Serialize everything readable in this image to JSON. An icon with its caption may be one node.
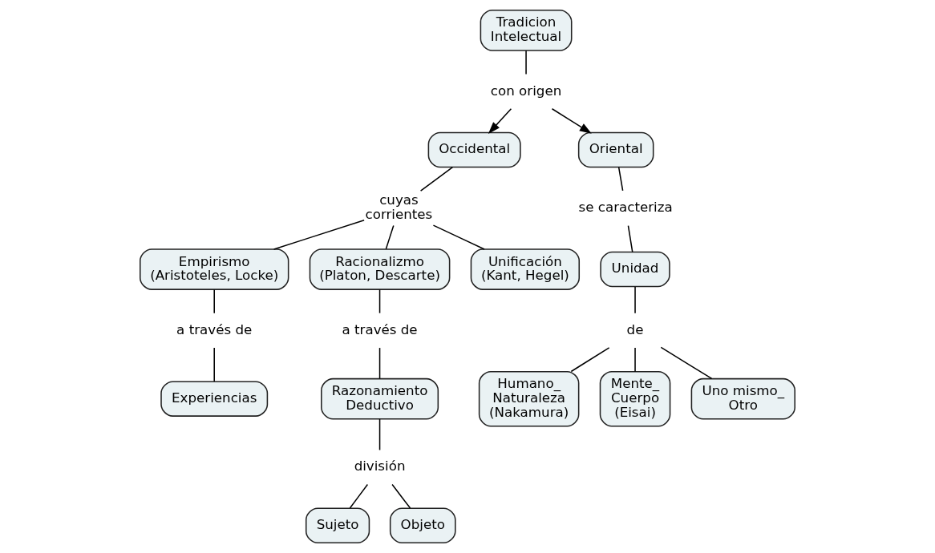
{
  "diagram": {
    "nodes": [
      {
        "text": [
          "Tradicion Intelectual"
        ]
      },
      {
        "text": [
          "con origen"
        ]
      },
      {
        "text": [
          "Occidental"
        ]
      },
      {
        "text": [
          "Oriental"
        ]
      },
      {
        "text": [
          "cuyas corrientes"
        ]
      },
      {
        "text": [
          "Empirismo (Aristoteles, Locke)"
        ]
      },
      {
        "text": [
          "Racionalizmo (Platon, Descarte)"
        ]
      },
      {
        "text": [
          "Unificación (Kant, Hegel)"
        ]
      },
      {
        "text": [
          "a través de"
        ]
      },
      {
        "text": [
          "Experiencias"
        ]
      },
      {
        "text": [
          "a través de"
        ]
      },
      {
        "text": [
          "Razonamiento Deductivo"
        ]
      },
      {
        "text": [
          "división"
        ]
      },
      {
        "text": [
          "Sujeto"
        ]
      },
      {
        "text": [
          "Objeto"
        ]
      },
      {
        "text": [
          "se caracteriza"
        ]
      },
      {
        "text": [
          "Unidad"
        ]
      },
      {
        "text": [
          "de"
        ]
      },
      {
        "text": [
          "Humano_ Naturaleza (Nakamura)"
        ]
      },
      {
        "text": [
          "Mente_ Cuerpo (Eisai)"
        ]
      },
      {
        "text": [
          "Uno mismo_ Otro"
        ]
      }
    ],
    "edges": [
      {
        "from": 0,
        "to": 1,
        "arrow": "none"
      },
      {
        "from": 1,
        "to": 2,
        "arrow": "to"
      },
      {
        "from": 1,
        "to": 3,
        "arrow": "to"
      },
      {
        "from": 2,
        "to": 4,
        "arrow": "none"
      },
      {
        "from": 4,
        "to": 5,
        "arrow": "none"
      },
      {
        "from": 4,
        "to": 6,
        "arrow": "none"
      },
      {
        "from": 4,
        "to": 7,
        "arrow": "none"
      },
      {
        "from": 5,
        "to": 8,
        "arrow": "none"
      },
      {
        "from": 8,
        "to": 9,
        "arrow": "none"
      },
      {
        "from": 6,
        "to": 10,
        "arrow": "none"
      },
      {
        "from": 10,
        "to": 11,
        "arrow": "none"
      },
      {
        "from": 11,
        "to": 12,
        "arrow": "none"
      },
      {
        "from": 12,
        "to": 13,
        "arrow": "none"
      },
      {
        "from": 12,
        "to": 14,
        "arrow": "none"
      },
      {
        "from": 3,
        "to": 15,
        "arrow": "none"
      },
      {
        "from": 15,
        "to": 16,
        "arrow": "none"
      },
      {
        "from": 16,
        "to": 17,
        "arrow": "none"
      },
      {
        "from": 17,
        "to": 18,
        "arrow": "none"
      },
      {
        "from": 17,
        "to": 19,
        "arrow": "none"
      },
      {
        "from": 17,
        "to": 20,
        "arrow": "none"
      }
    ]
  }
}
